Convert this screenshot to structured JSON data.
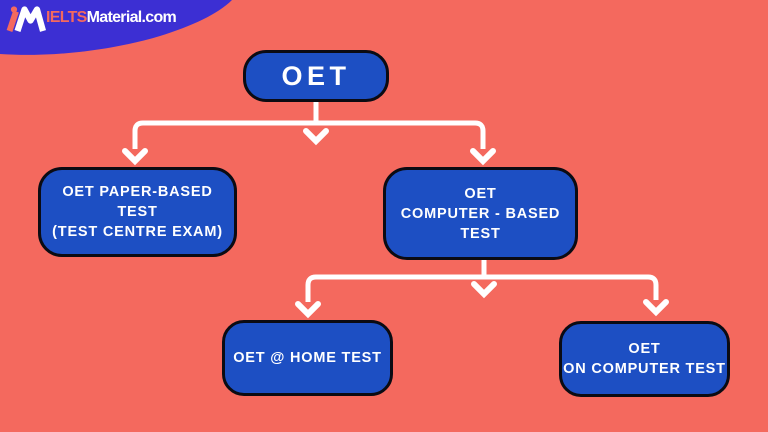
{
  "brand": {
    "ielts": "IELTS",
    "material": "Material.com"
  },
  "colors": {
    "background": "#f4695e",
    "node_fill": "#1d4fc3",
    "node_border": "#0b0b13",
    "arrow": "#ffffff",
    "banner": "#3c2fd3",
    "brand_accent": "#f4695e"
  },
  "diagram": {
    "nodes": [
      {
        "id": "oet",
        "label": "OET"
      },
      {
        "id": "paper-based",
        "label": "OET PAPER-BASED\nTEST\n(TEST CENTRE EXAM)"
      },
      {
        "id": "computer-based",
        "label": "OET\nCOMPUTER - BASED\nTEST"
      },
      {
        "id": "home",
        "label": "OET @ HOME TEST"
      },
      {
        "id": "on-computer",
        "label": "OET\nON COMPUTER TEST"
      }
    ],
    "edges": [
      [
        "oet",
        "paper-based"
      ],
      [
        "oet",
        "computer-based"
      ],
      [
        "computer-based",
        "home"
      ],
      [
        "computer-based",
        "on-computer"
      ]
    ]
  }
}
